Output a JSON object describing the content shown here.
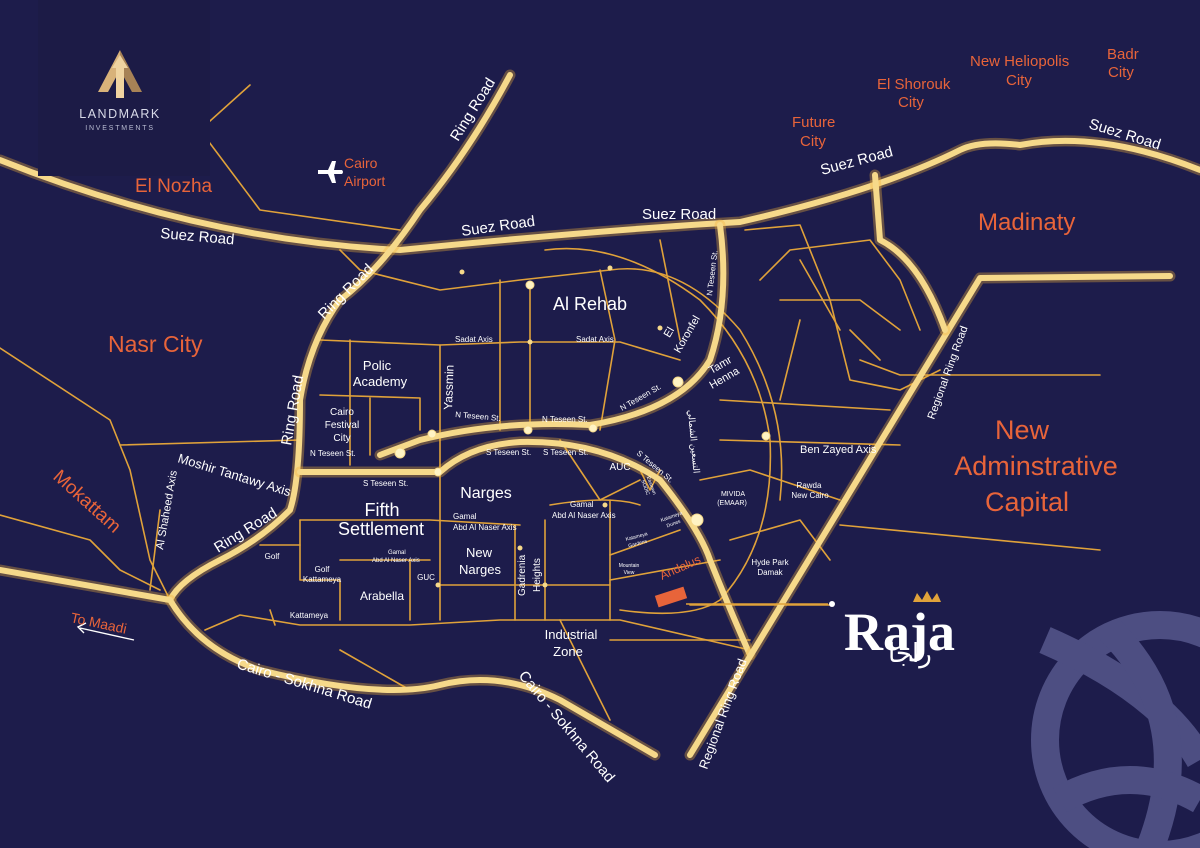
{
  "brand": {
    "name": "LANDMARK",
    "tagline": "INVESTMENTS"
  },
  "project": {
    "latin": "Raja",
    "arabic": "راجا"
  },
  "colors": {
    "background": "#1d1c4b",
    "road": "#f6d98a",
    "street": "#e0a23a",
    "accent": "#e8643a",
    "text": "#ffffff",
    "globe": "#4d4e82"
  },
  "icons": [
    "airplane-icon",
    "arrow-left-icon",
    "crown-icon",
    "globe-icon",
    "logo-mark-icon"
  ],
  "districts": {
    "el_nozha": "El Nozha",
    "cairo_airport_1": "Cairo",
    "cairo_airport_2": "Airport",
    "nasr_city": "Nasr City",
    "mokattam": "Mokattam",
    "to_maadi": "To Maadi",
    "future_city_1": "Future",
    "future_city_2": "City",
    "el_shorouk_1": "El Shorouk",
    "el_shorouk_2": "City",
    "new_heliopolis_1": "New Heliopolis",
    "new_heliopolis_2": "City",
    "badr_1": "Badr",
    "badr_2": "City",
    "madinaty": "Madinaty",
    "nac_1": "New",
    "nac_2": "Adminstrative",
    "nac_3": "Capital",
    "andalus": "Andalus"
  },
  "roads": {
    "suez_1": "Suez Road",
    "suez_2": "Suez Road",
    "suez_3": "Suez Road",
    "suez_4": "Suez Road",
    "suez_5": "Suez Road",
    "ring_1": "Ring Road",
    "ring_2": "Ring Road",
    "ring_3": "Ring Road",
    "ring_4": "Ring Road",
    "regional_1": "Regional Ring Road",
    "regional_2": "Regional Ring Road",
    "sokhna_1": "Cairo - Sokhna Road",
    "sokhna_2": "Cairo - Sokhna Road",
    "moshir": "Moshir Tantawy Axis",
    "shaheed": "Al Shaheed Axis",
    "ben_zayed": "Ben Zayed Axis",
    "sadat_1": "Sadat Axis",
    "sadat_2": "Sadat Axis",
    "teseen_1": "N Teseen St.",
    "teseen_2": "N Teseen St.",
    "teseen_3": "N Teseen St.",
    "teseen_4": "N Teseen St.",
    "teseen_5": "N Teseen St.",
    "s_teseen_1": "S Teseen St.",
    "s_teseen_2": "S Teseen St.",
    "s_teseen_3": "S Teseen St.",
    "s_teseen_4": "S Teseen St.",
    "gamal_1a": "Gamal",
    "gamal_1b": "Abd Al Naser Axis",
    "gamal_2a": "Gamal",
    "gamal_2b": "Abd Al Naser Axis",
    "gamal_3a": "Gamal",
    "gamal_3b": "Abd Al Naser Axis",
    "yassmin": "Yassmin",
    "el_tesein_ar": "التسعين الشمالي"
  },
  "areas": {
    "al_rehab": "Al Rehab",
    "el_korontel_1": "El",
    "el_korontel_2": "Koronfel",
    "tamr_1": "Tamr",
    "tamr_2": "Henna",
    "polic_1": "Polic",
    "polic_2": "Academy",
    "festival_1": "Cairo",
    "festival_2": "Festival",
    "festival_3": "City",
    "fifth_1": "Fifth",
    "fifth_2": "Settlement",
    "narges": "Narges",
    "new_narges_1": "New",
    "new_narges_2": "Narges",
    "gadrenia_1": "Gadrenia",
    "gadrenia_2": "Heights",
    "industrial_1": "Industrial",
    "industrial_2": "Zone",
    "auc": "AUC",
    "golf": "Golf",
    "golf_k_1": "Golf",
    "golf_k_2": "Kattameya",
    "arabella": "Arabella",
    "guc": "GUC",
    "kattameya": "Kattameya",
    "mivida_1": "MIVIDA",
    "mivida_2": "(EMAAR)",
    "rawda_1": "Rawda",
    "rawda_2": "New Cairo",
    "hyde_1": "Hyde Park",
    "hyde_2": "Damak",
    "mountain_1": "Mountain",
    "mountain_2": "View",
    "katameya_g_1": "Katameya",
    "katameya_g_2": "Gardens",
    "katameya_d_1": "Katameya",
    "katameya_d_2": "Dunes",
    "eastown_1": "Eastown",
    "eastown_2": "SODIC"
  }
}
